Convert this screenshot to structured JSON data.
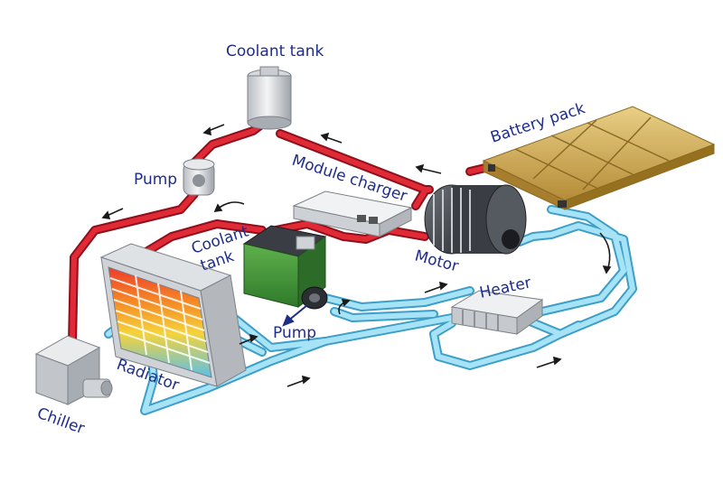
{
  "labels": {
    "coolant_tank_top": "Coolant tank",
    "pump_top": "Pump",
    "module_charger": "Module charger",
    "battery_pack": "Battery pack",
    "coolant_tank_mid_line1": "Coolant",
    "coolant_tank_mid_line2": "tank",
    "motor": "Motor",
    "heater": "Heater",
    "pump_bottom": "Pump",
    "radiator": "Radiator",
    "chiller": "Chiller"
  },
  "colors": {
    "hot_loop": "#c8192b",
    "cold_loop": "#5fc1e6",
    "label_text": "#1f2d8a",
    "battery": "#d8b25a"
  }
}
